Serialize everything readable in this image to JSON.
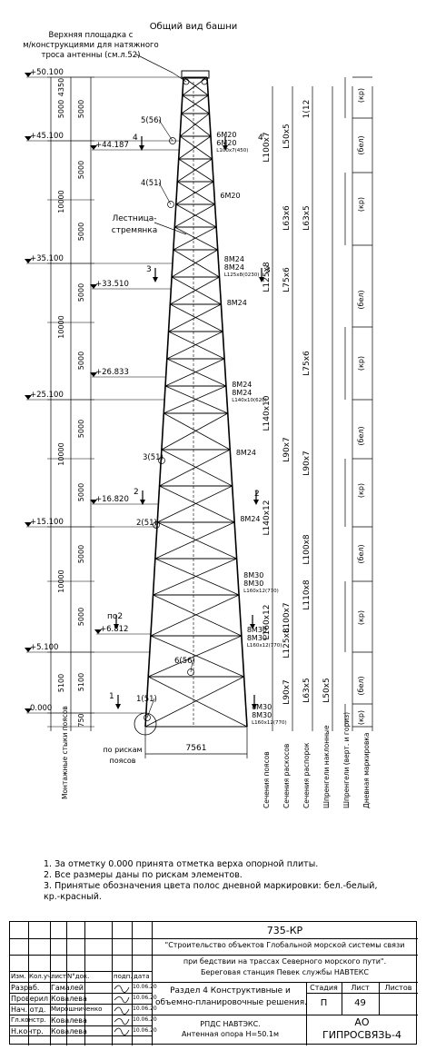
{
  "drawing": {
    "title": "Общий вид башни",
    "top_callout": [
      "Верхняя площадка с",
      "м/конструкциями для натяжного",
      "троса антенны (см.л.52)"
    ],
    "ladder_label": [
      "Лестница-",
      "стремянка"
    ],
    "elevations": [
      "+50.100",
      "+45.100",
      "+44.187",
      "+35.100",
      "+33.510",
      "+26.833",
      "+25.100",
      "+16.820",
      "+15.100",
      "+6.812",
      "+5.100",
      "0.000"
    ],
    "level_dims_5000": [
      "4350",
      "5000",
      "5000",
      "5000",
      "5000",
      "5000",
      "5000",
      "5000",
      "5000",
      "5000",
      "5100",
      "750"
    ],
    "level_dims_10000": [
      "5000",
      "10000",
      "10000",
      "10000",
      "10000",
      "5100"
    ],
    "nodes": [
      "5(56)",
      "4(51)",
      "3(51)",
      "2(51)",
      "1(51)",
      "6(56)"
    ],
    "section_marks": [
      "4",
      "3",
      "2",
      "1",
      "по2"
    ],
    "bolt_labels": [
      {
        "b": "6M20",
        "c": "6M20",
        "d": "L100x7(450)"
      },
      {
        "b": "6M20",
        "c": "",
        "d": ""
      },
      {
        "b": "8M24",
        "c": "8M24",
        "d": "L125x8(0230)"
      },
      {
        "b": "8M24",
        "c": "",
        "d": ""
      },
      {
        "b": "8M24",
        "c": "8M24",
        "d": "L140x10(620)"
      },
      {
        "b": "8M24",
        "c": "",
        "d": ""
      },
      {
        "b": "8M24",
        "c": "",
        "d": ""
      },
      {
        "b": "8M30",
        "c": "8M30",
        "d": "L160x12(770)"
      },
      {
        "b": "8M30",
        "c": "8M30",
        "d": "L160x12(770)"
      },
      {
        "b": "8M30",
        "c": "8M30",
        "d": "L160x12(770)"
      }
    ],
    "chord_sections": [
      "L100x7",
      "L125x8",
      "L140x10",
      "L140x12",
      "L160x12"
    ],
    "brace_sections": [
      "L50x5",
      "L63x6",
      "L75x6",
      "L90x7",
      "L100x7",
      "L125x8",
      "L90x7"
    ],
    "spacer_sections": [
      "1(12",
      "L63x5",
      "L75x6",
      "L90x7",
      "L100x8",
      "L110x8",
      "L63x5"
    ],
    "hor_sections": [
      "L50x5"
    ],
    "marking": [
      "(кр)",
      "(бел)",
      "(кр)",
      "(бел)",
      "(кр)",
      "(бел)",
      "(кр)",
      "(бел)",
      "(кр)",
      "(бел)",
      "(кр)"
    ],
    "base_width": "7561",
    "base_caption": [
      "по рискам",
      "поясов"
    ],
    "column_captions": [
      "Монтажные стыки поясов",
      "Сечения поясов",
      "Сечения раскосов",
      "Сечения распорок",
      "Шпренгели наклонные",
      "Шпренгели (верт. и гориз)",
      "Дневная маркировка"
    ]
  },
  "notes": [
    "1. За отметку 0.000 принята отметка верха опорной плиты.",
    "2. Все размеры даны по рискам элементов.",
    "3. Принятые обозначения цвета полос дневной маркировки: бел.-белый,",
    "кр.-красный."
  ],
  "title_block": {
    "code": "735-КР",
    "project": [
      "\"Строительство объектов Глобальной морской системы связи",
      "при бедствии на трассах Северного морского пути\".",
      "Береговая станция Певек службы НАВТЕКС"
    ],
    "section": [
      "Раздел 4  Конструктивные и",
      "объемно-планировочные решения."
    ],
    "drawing_name": [
      "РПДС НАВТЭКС.",
      "Антенная опора Н=50.1м"
    ],
    "stage_hdr": "Стадия",
    "sheet_hdr": "Лист",
    "sheets_hdr": "Листов",
    "stage": "П",
    "sheet": "49",
    "sheets": "",
    "company": [
      "АО",
      "ГИПРОСВЯЗЬ-4"
    ],
    "cols": [
      "Изм.",
      "Кол.уч.",
      "лист",
      "N°док.",
      "подп.",
      "дата"
    ],
    "rows": [
      {
        "role": "Разраб.",
        "name": "Гамалей",
        "date": "10.06.20"
      },
      {
        "role": "Проверил",
        "name": "Ковалева",
        "date": "10.06.20"
      },
      {
        "role": "Нач. отд.",
        "name": "Мирошниченко",
        "date": "10.06.20"
      },
      {
        "role": "Гл.констр.",
        "name": "Ковалева",
        "date": "10.06.20"
      },
      {
        "role": "Н.контр.",
        "name": "Ковалева",
        "date": "10.06.20"
      }
    ]
  }
}
